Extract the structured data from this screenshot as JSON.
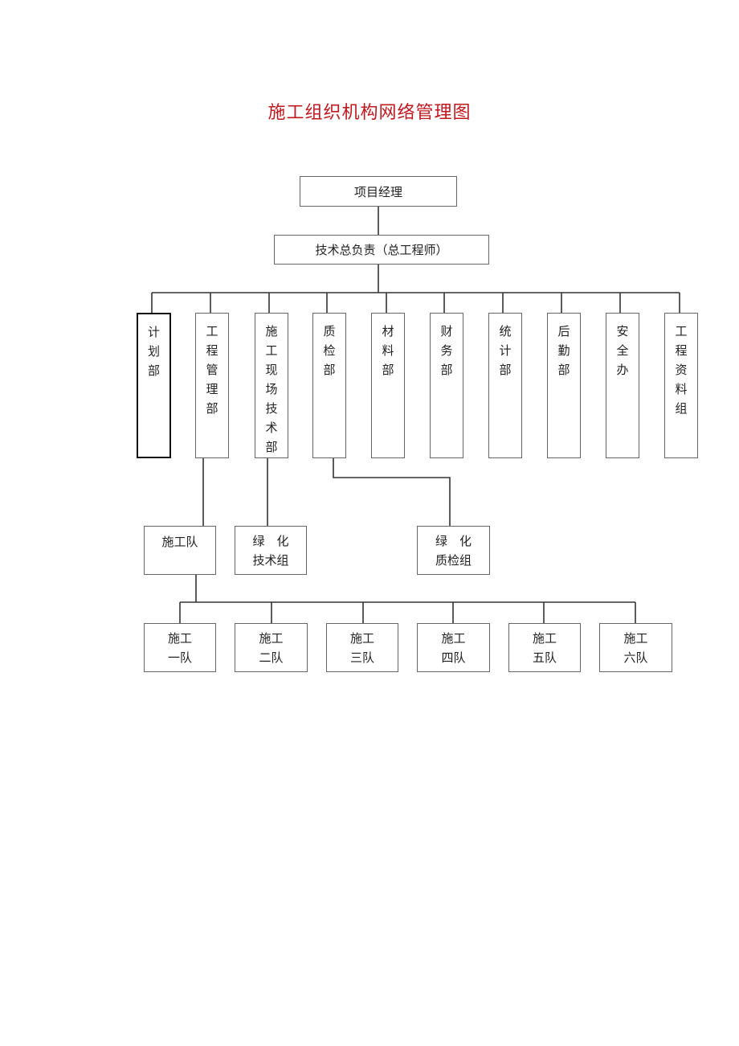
{
  "title": "施工组织机构网络管理图",
  "chart": {
    "top": "项目经理",
    "second": "技术总负责（总工程师）",
    "departments": [
      {
        "name": "计划部",
        "chars": [
          "计",
          "划",
          "部"
        ]
      },
      {
        "name": "工程管理部",
        "chars": [
          "工",
          "程",
          "管",
          "理",
          "部"
        ]
      },
      {
        "name": "施工现场技术部",
        "chars": [
          "施",
          "工",
          "现",
          "场",
          "技",
          "术",
          "部"
        ]
      },
      {
        "name": "质检部",
        "chars": [
          "质",
          "检",
          "部"
        ]
      },
      {
        "name": "材料部",
        "chars": [
          "材",
          "料",
          "部"
        ]
      },
      {
        "name": "财务部",
        "chars": [
          "财",
          "务",
          "部"
        ]
      },
      {
        "name": "统计部",
        "chars": [
          "统",
          "计",
          "部"
        ]
      },
      {
        "name": "后勤部",
        "chars": [
          "后",
          "勤",
          "部"
        ]
      },
      {
        "name": "安全办",
        "chars": [
          "安",
          "全",
          "办"
        ]
      },
      {
        "name": "工程资料组",
        "chars": [
          "工",
          "程",
          "资",
          "料",
          "组"
        ]
      }
    ],
    "sub_units": {
      "team": "施工队",
      "green_tech": [
        "绿　化",
        "技术组"
      ],
      "green_qc": [
        "绿　化",
        "质检组"
      ]
    },
    "teams": [
      [
        "施工",
        "一队"
      ],
      [
        "施工",
        "二队"
      ],
      [
        "施工",
        "三队"
      ],
      [
        "施工",
        "四队"
      ],
      [
        "施工",
        "五队"
      ],
      [
        "施工",
        "六队"
      ]
    ]
  }
}
